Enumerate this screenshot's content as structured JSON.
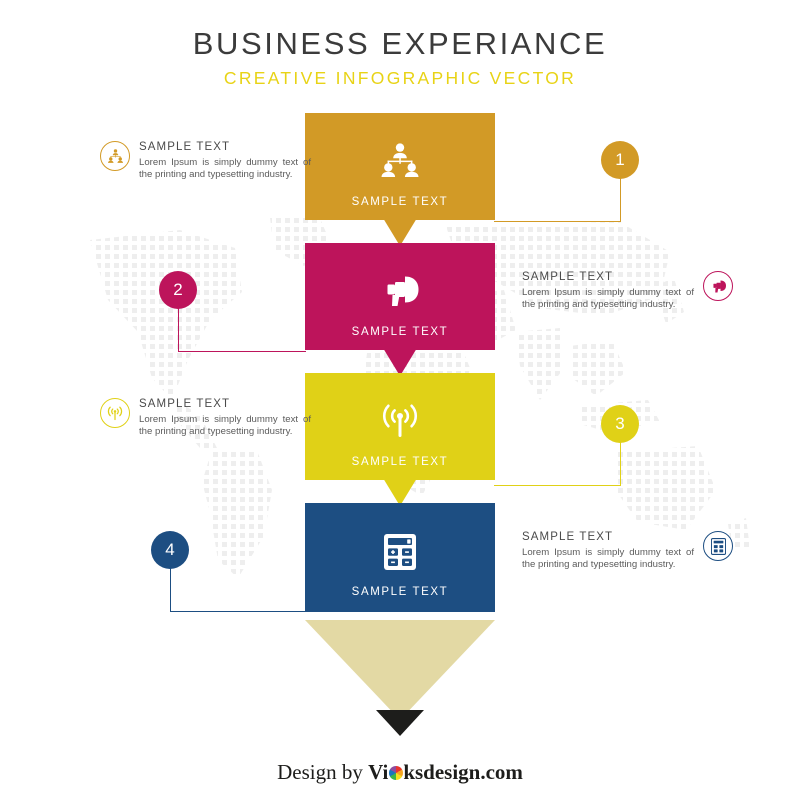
{
  "header": {
    "title": "BUSINESS EXPERIANCE",
    "subtitle": "CREATIVE INFOGRAPHIC VECTOR",
    "title_color": "#3b3b3b",
    "subtitle_color": "#e8d316"
  },
  "colors": {
    "gold": "#d29a26",
    "crimson": "#bd145b",
    "yellow": "#e0d117",
    "blue": "#1d4e82",
    "pencil_wood": "#e3d9a4",
    "pencil_lead": "#1d1d1b",
    "map_dot": "#ededed"
  },
  "steps": [
    {
      "number": "1",
      "color": "#d29a26",
      "banner_label": "SAMPLE TEXT",
      "banner_icon": "team-icon",
      "info_heading": "SAMPLE TEXT",
      "info_body": "Lorem Ipsum is simply dummy text of the printing and typesetting industry.",
      "info_icon": "team-icon",
      "info_side": "left",
      "badge_side": "right"
    },
    {
      "number": "2",
      "color": "#bd145b",
      "banner_label": "SAMPLE TEXT",
      "banner_icon": "megaphone-icon",
      "info_heading": "SAMPLE TEXT",
      "info_body": "Lorem Ipsum is simply dummy text of the printing and typesetting industry.",
      "info_icon": "megaphone-icon",
      "info_side": "right",
      "badge_side": "left"
    },
    {
      "number": "3",
      "color": "#e0d117",
      "banner_label": "SAMPLE TEXT",
      "banner_icon": "broadcast-icon",
      "info_heading": "SAMPLE TEXT",
      "info_body": "Lorem Ipsum is simply dummy text of the printing and typesetting industry.",
      "info_icon": "broadcast-icon",
      "info_side": "left",
      "badge_side": "right"
    },
    {
      "number": "4",
      "color": "#1d4e82",
      "banner_label": "SAMPLE TEXT",
      "banner_icon": "calculator-icon",
      "info_heading": "SAMPLE TEXT",
      "info_body": "Lorem Ipsum is simply dummy text of the printing and typesetting industry.",
      "info_icon": "calculator-icon",
      "info_side": "right",
      "badge_side": "left"
    }
  ],
  "footer": {
    "prefix": "Design by ",
    "brand_part1": "Vi",
    "brand_logo": "color-wheel-icon",
    "brand_part2": "ksdesign.com"
  }
}
